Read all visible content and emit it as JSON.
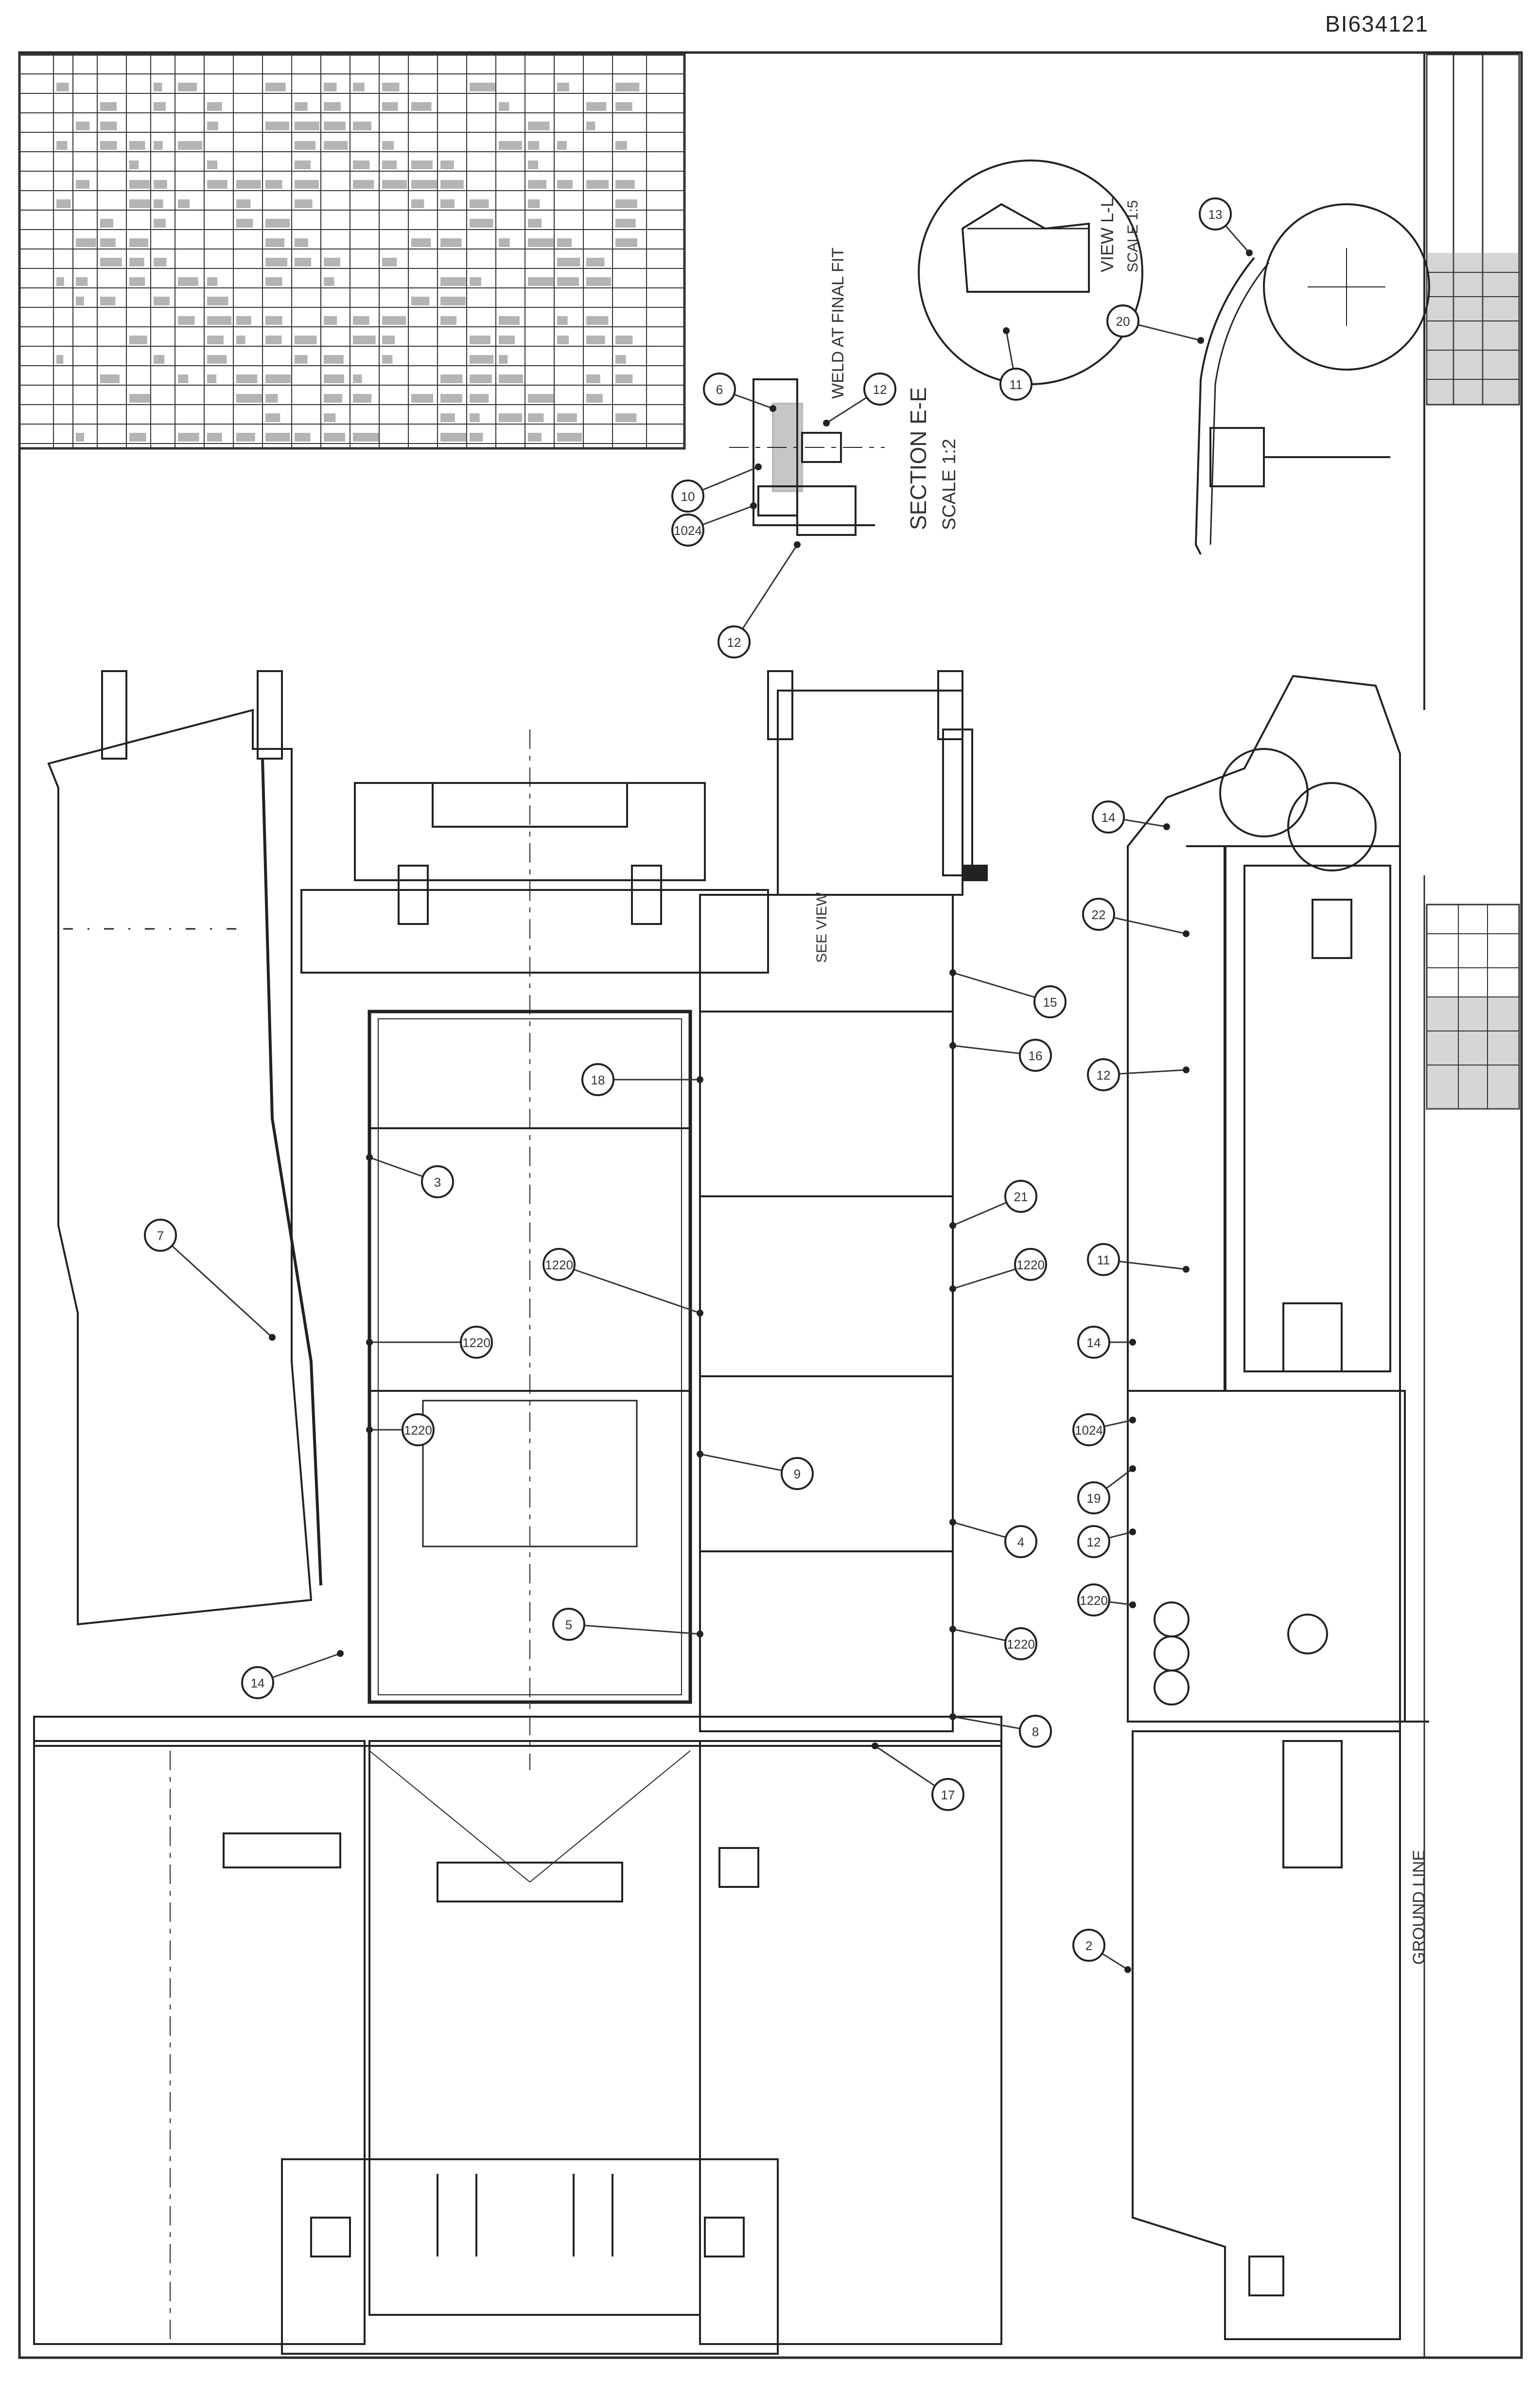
{
  "drawing_id": "BI634121",
  "labels": {
    "weld_note": "WELD AT FINAL FIT",
    "section_title": "SECTION E-E",
    "section_scale": "SCALE 1:2",
    "view_title": "VIEW L-L",
    "view_scale": "SCALE 1:5",
    "see_view": "SEE VIEW",
    "ground_line": "GROUND LINE"
  },
  "balloons": {
    "b1": "6",
    "b2": "12",
    "b3": "10",
    "b4": "1024",
    "b5": "12",
    "b6": "11",
    "b7": "13",
    "b8": "20",
    "b9": "15",
    "b10": "16",
    "b11": "18",
    "b12": "21",
    "b13": "3",
    "b14": "7",
    "b15": "1220",
    "b16": "1220",
    "b17": "9",
    "b18": "1220",
    "b19": "4",
    "b20": "5",
    "b21": "14",
    "b22": "1220",
    "b23": "1220",
    "b24": "8",
    "b25": "17",
    "b26": "14",
    "b27": "22",
    "b28": "12",
    "b29": "11",
    "b30": "14",
    "b31": "1024",
    "b32": "19",
    "b33": "12",
    "b34": "1220",
    "b35": "2"
  }
}
